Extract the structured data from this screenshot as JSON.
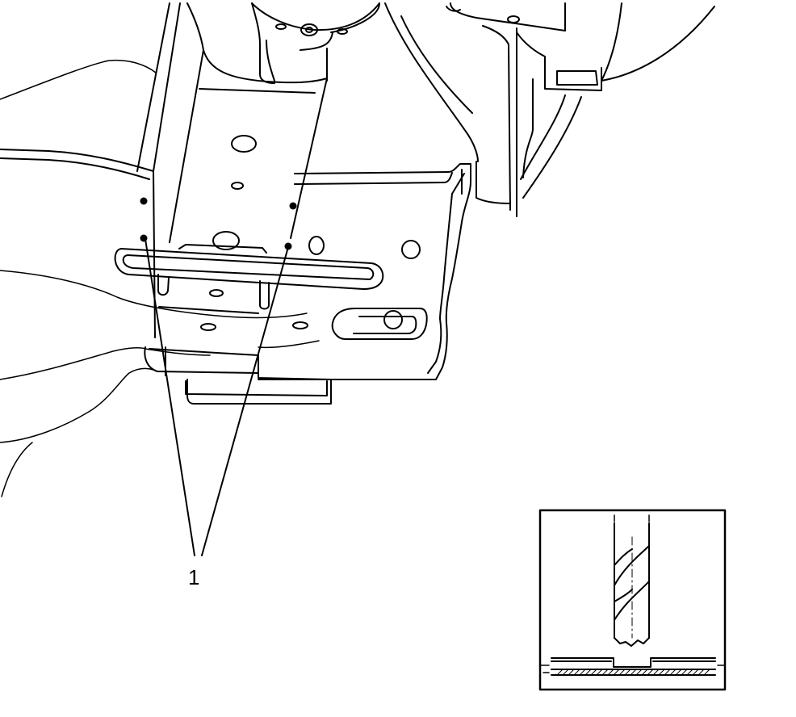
{
  "figure": {
    "callouts": [
      {
        "label": "1",
        "target": "spot-weld-points"
      }
    ],
    "inset": {
      "subject": "drill-bit-spot-weld-detail"
    },
    "colors": {
      "line": "#000000",
      "background": "#ffffff"
    }
  }
}
